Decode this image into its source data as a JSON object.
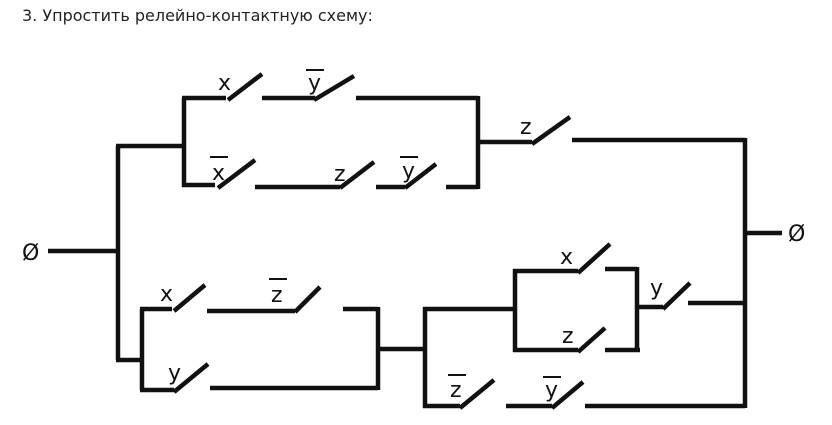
{
  "task": {
    "title": "3. Упростить релейно-контактную схему:"
  },
  "scheme": {
    "terminal_left": "Ø",
    "terminal_right": "Ø",
    "contacts": {
      "x_top": "x",
      "ybar_top": "y",
      "xbar_mid": "x",
      "z_mid": "z",
      "ybar_mid": "y",
      "z_right": "z",
      "x_low": "x",
      "zbar_low": "z",
      "y_low": "y",
      "x_inner": "x",
      "z_inner": "z",
      "y_inner": "y",
      "zbar_bottom": "z",
      "ybar_bottom": "y"
    }
  }
}
